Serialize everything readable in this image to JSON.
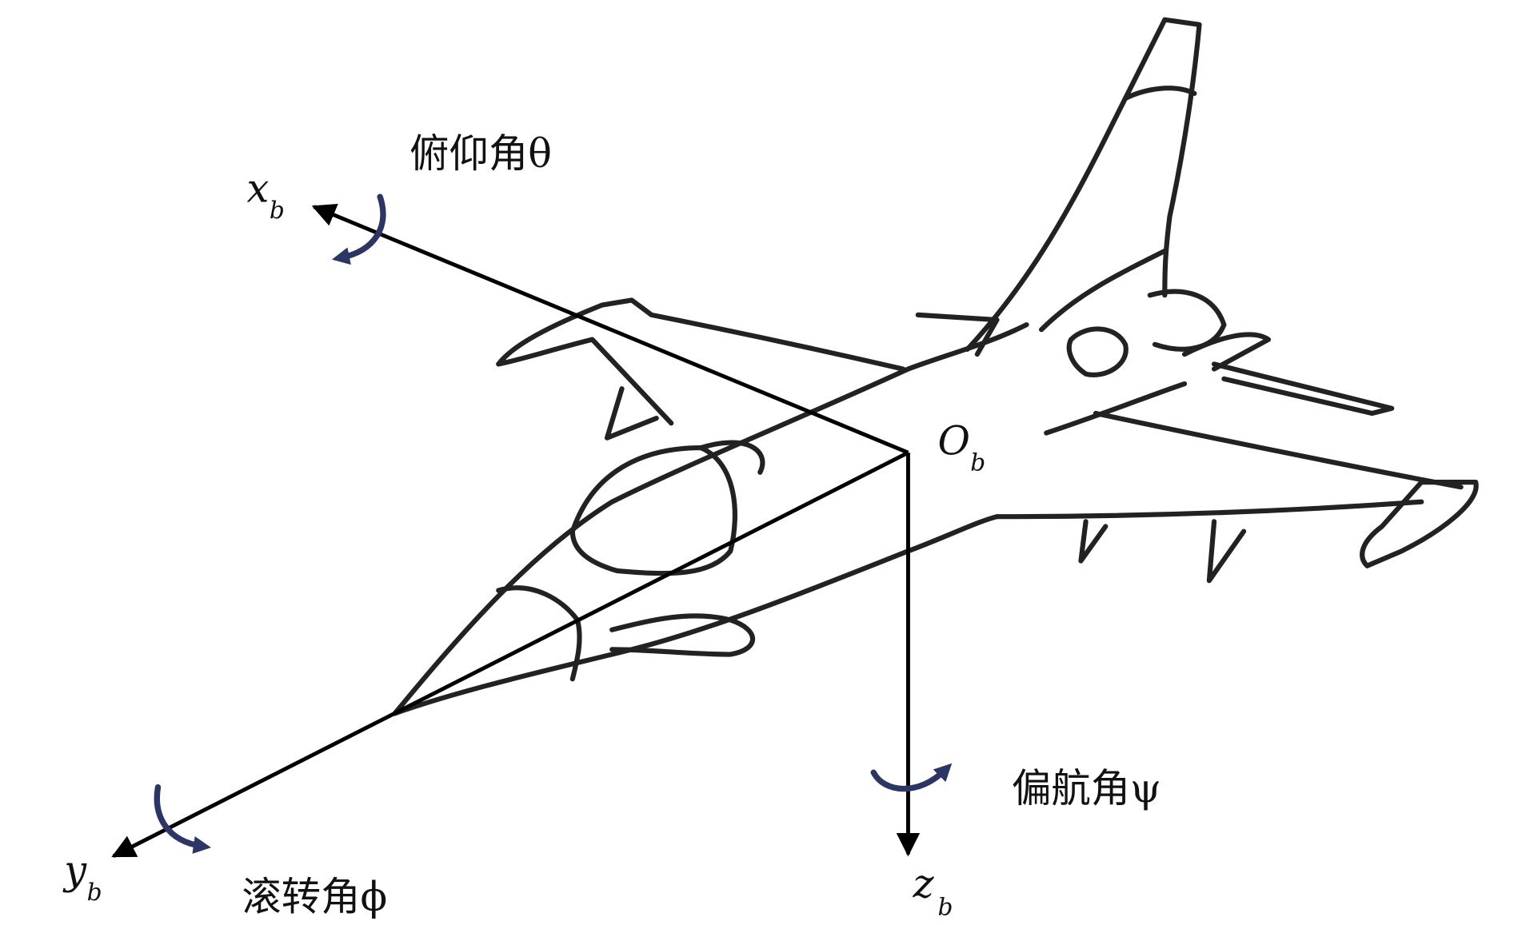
{
  "labels": {
    "pitch": "俯仰角θ",
    "yaw": "偏航角ψ",
    "roll": "滚转角ϕ",
    "x_axis": "x",
    "y_axis": "y",
    "z_axis": "z",
    "origin": "O",
    "subscript": "b"
  },
  "colors": {
    "axis": "#000000",
    "rotation_arrow": "#2b3566",
    "sketch": "#222222"
  }
}
